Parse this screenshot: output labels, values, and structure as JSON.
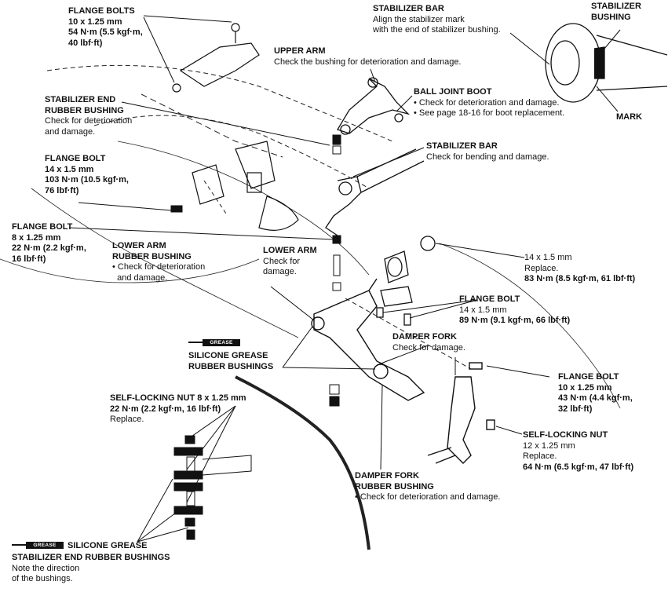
{
  "labels": {
    "flange_bolts_upper": {
      "title": "FLANGE BOLTS",
      "lines": [
        "10 x 1.25 mm",
        "54 N·m (5.5 kgf·m,",
        "40 lbf·ft)"
      ]
    },
    "stabilizer_bar_align": {
      "title": "STABILIZER BAR",
      "lines": [
        "Align the stabilizer mark",
        "with the end of stabilizer bushing."
      ]
    },
    "stabilizer_bushing": {
      "title_lines": [
        "STABILIZER",
        "BUSHING"
      ]
    },
    "mark": {
      "title": "MARK"
    },
    "upper_arm": {
      "title": "UPPER ARM",
      "lines": [
        "Check the bushing for deterioration and damage."
      ]
    },
    "ball_joint_boot": {
      "title": "BALL JOINT BOOT",
      "lines": [
        "• Check for deterioration and damage.",
        "• See page 18-16 for boot replacement."
      ]
    },
    "stabilizer_end_rubber_bushing": {
      "title_lines": [
        "STABILIZER END",
        "RUBBER BUSHING"
      ],
      "lines": [
        "Check for deterioration",
        "and damage."
      ]
    },
    "stabilizer_bar_check": {
      "title": "STABILIZER BAR",
      "lines": [
        "Check for bending and damage."
      ]
    },
    "flange_bolt_103": {
      "title": "FLANGE BOLT",
      "lines": [
        "14 x 1.5 mm",
        "103 N·m (10.5 kgf·m,",
        "76 lbf·ft)"
      ]
    },
    "flange_bolt_22": {
      "title": "FLANGE BOLT",
      "lines": [
        "8 x 1.25 mm",
        "22 N·m (2.2 kgf·m,",
        "16 lbf·ft)"
      ]
    },
    "lower_arm_rubber_bushing": {
      "title_lines": [
        "LOWER ARM",
        "RUBBER BUSHING"
      ],
      "lines": [
        "• Check for deterioration",
        "  and damage."
      ]
    },
    "lower_arm": {
      "title": "LOWER ARM",
      "lines": [
        "Check for",
        "damage."
      ]
    },
    "nut_14x15": {
      "lines": [
        "14 x 1.5 mm",
        "Replace."
      ],
      "bold_line": "83 N·m (8.5 kgf·m, 61 lbf·ft)"
    },
    "flange_bolt_89": {
      "title": "FLANGE BOLT",
      "lines": [
        "14 x 1.5 mm"
      ],
      "bold_line": "89 N·m (9.1 kgf·m, 66 lbf·ft)"
    },
    "damper_fork": {
      "title": "DAMPER FORK",
      "lines": [
        "Check for damage."
      ]
    },
    "silicone_grease_rubber_bushings": {
      "title_lines": [
        "SILICONE GREASE",
        "RUBBER BUSHINGS"
      ]
    },
    "flange_bolt_43": {
      "title": "FLANGE BOLT",
      "bold_lines": [
        "10 x 1.25 mm",
        "43 N·m (4.4 kgf·m,",
        "32 lbf·ft)"
      ]
    },
    "self_locking_nut_22": {
      "title": "SELF-LOCKING NUT 8 x 1.25 mm",
      "bold_line": "22 N·m (2.2 kgf·m, 16 lbf·ft)",
      "lines": [
        "Replace."
      ]
    },
    "self_locking_nut_64": {
      "title": "SELF-LOCKING NUT",
      "lines": [
        "12 x 1.25 mm",
        "Replace."
      ],
      "bold_line": "64 N·m (6.5 kgf·m, 47 lbf·ft)"
    },
    "damper_fork_rubber_bushing": {
      "title_lines": [
        "DAMPER FORK",
        "RUBBER BUSHING"
      ],
      "lines": [
        "• Check for deterioration and damage."
      ]
    },
    "silicone_grease_stabilizer_end": {
      "title": "SILICONE GREASE",
      "title2": "STABILIZER END RUBBER BUSHINGS",
      "lines": [
        "Note the direction",
        "of the bushings."
      ]
    }
  },
  "grease_tube_text": "GREASE"
}
